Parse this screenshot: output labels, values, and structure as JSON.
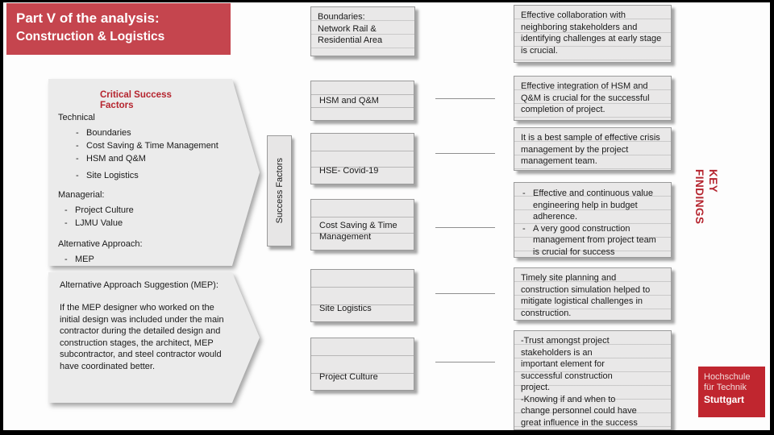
{
  "colors": {
    "accent_red": "#c5454e",
    "heading_red": "#b5242e",
    "logo_red": "#c0262f",
    "box_fill": "#e9e8e8",
    "box_border": "#9a9a9a"
  },
  "header": {
    "title_line1": "Part V of the analysis:",
    "title_line2": "Construction &  Logistics"
  },
  "top": {
    "boundaries": "Boundaries:\nNetwork Rail &\nResidential Area",
    "collaboration": "Effective collaboration with neighboring stakeholders and identifying challenges at early stage  is crucial."
  },
  "csf": {
    "heading": "Critical Success\nFactors",
    "technical_label": "Technical",
    "technical_items": [
      "Boundaries",
      "Cost Saving & Time Management",
      "HSM and Q&M",
      "Site Logistics"
    ],
    "managerial_label": "Managerial:",
    "managerial_items": [
      "Project Culture",
      "LJMU Value"
    ],
    "alternative_label": "Alternative Approach:",
    "alternative_items": [
      "MEP"
    ]
  },
  "success_factors_label": "Success Factors",
  "factors": [
    "HSM and Q&M",
    "HSE- Covid-19",
    "Cost Saving & Time Management",
    "Site Logistics",
    "Project Culture"
  ],
  "key_findings_label": "KEY\nFINDINGS",
  "findings": {
    "f1": "Effective integration of HSM and Q&M  is crucial for the successful completion of project.",
    "f2": "It is a best sample of effective crisis management by the project management team.",
    "f3_items": [
      "Effective and continuous value  engineering help in budget  adherence.",
      "A very good construction management from project team is crucial for success"
    ],
    "f4": "Timely site planning and construction simulation helped to  mitigate logistical challenges in  construction.",
    "f5": "-Trust amongst project\nstakeholders is an\nimportant  element for\nsuccessful  construction\nproject.\n-Knowing if and when to\nchange  personnel could have\ngreat  influence in the success"
  },
  "alt": {
    "heading": "Alternative Approach Suggestion (MEP):",
    "body": "If the MEP designer who worked on the initial design was included under the main contractor during the detailed design and construction stages, the architect, MEP subcontractor, and steel contractor would have coordinated better."
  },
  "logo": {
    "line1": "Hochschule",
    "line2": "für Technik",
    "line3": "Stuttgart"
  }
}
